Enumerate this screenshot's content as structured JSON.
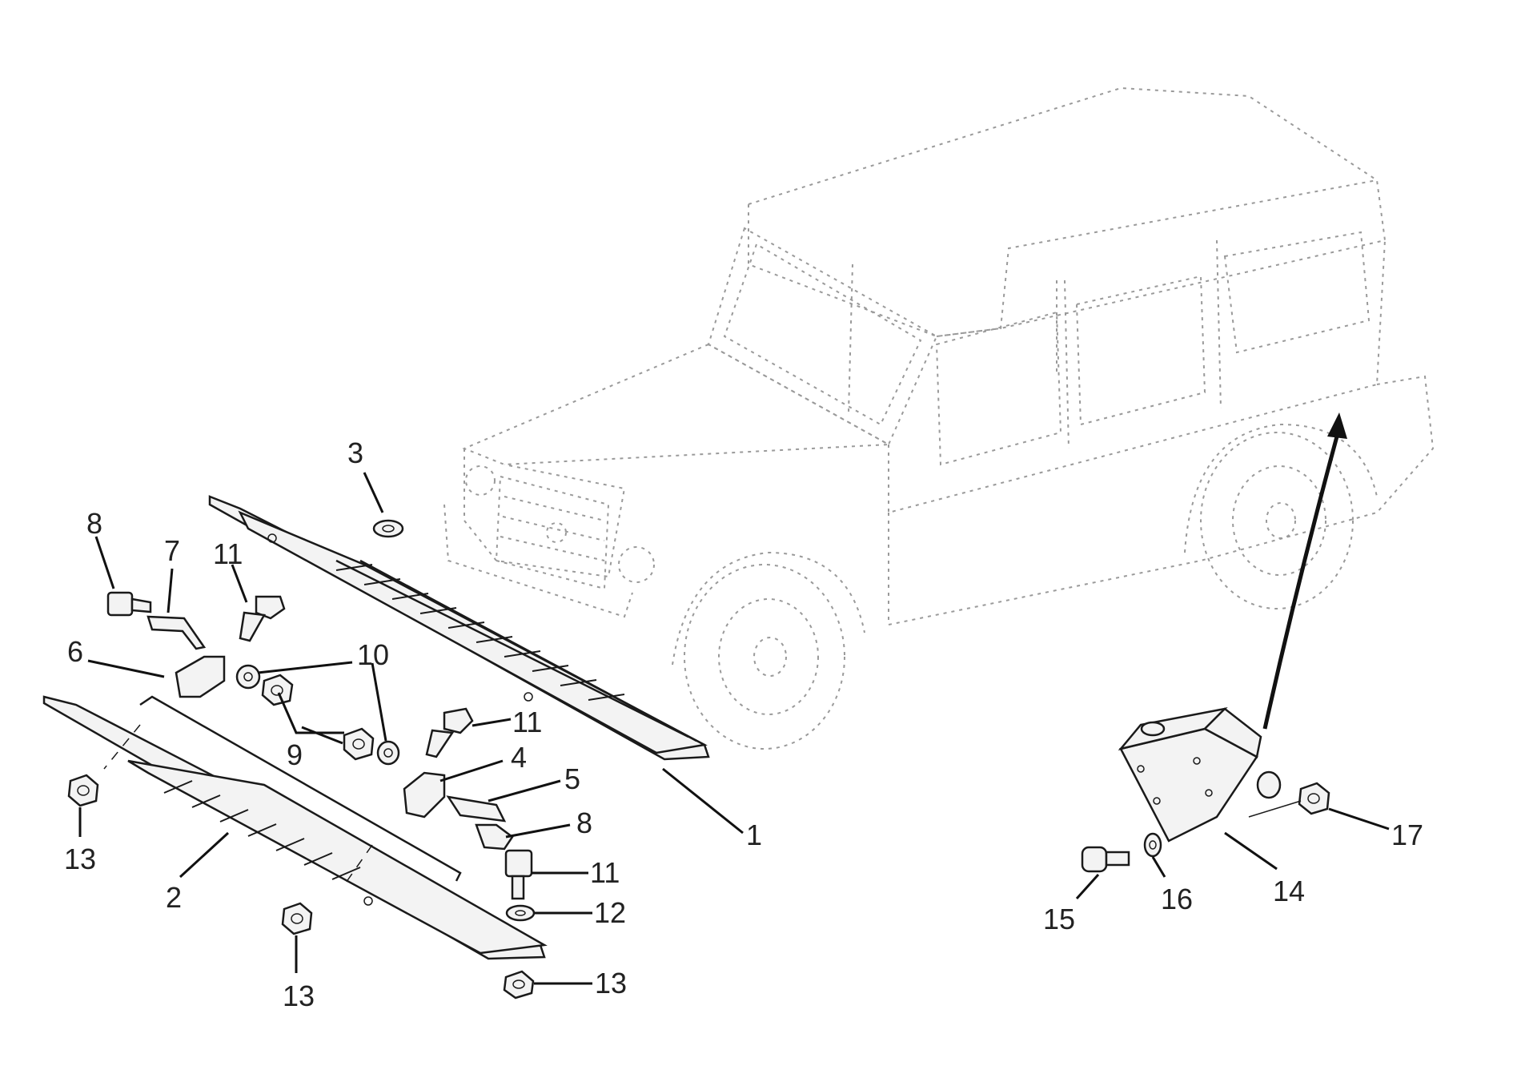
{
  "diagram": {
    "callouts": {
      "c1": "1",
      "c2": "2",
      "c3": "3",
      "c4": "4",
      "c5": "5",
      "c6": "6",
      "c7": "7",
      "c8a": "8",
      "c8b": "8",
      "c9": "9",
      "c10": "10",
      "c11a": "11",
      "c11b": "11",
      "c11c": "11",
      "c12": "12",
      "c13a": "13",
      "c13b": "13",
      "c13c": "13",
      "c14": "14",
      "c15": "15",
      "c16": "16",
      "c17": "17"
    }
  }
}
